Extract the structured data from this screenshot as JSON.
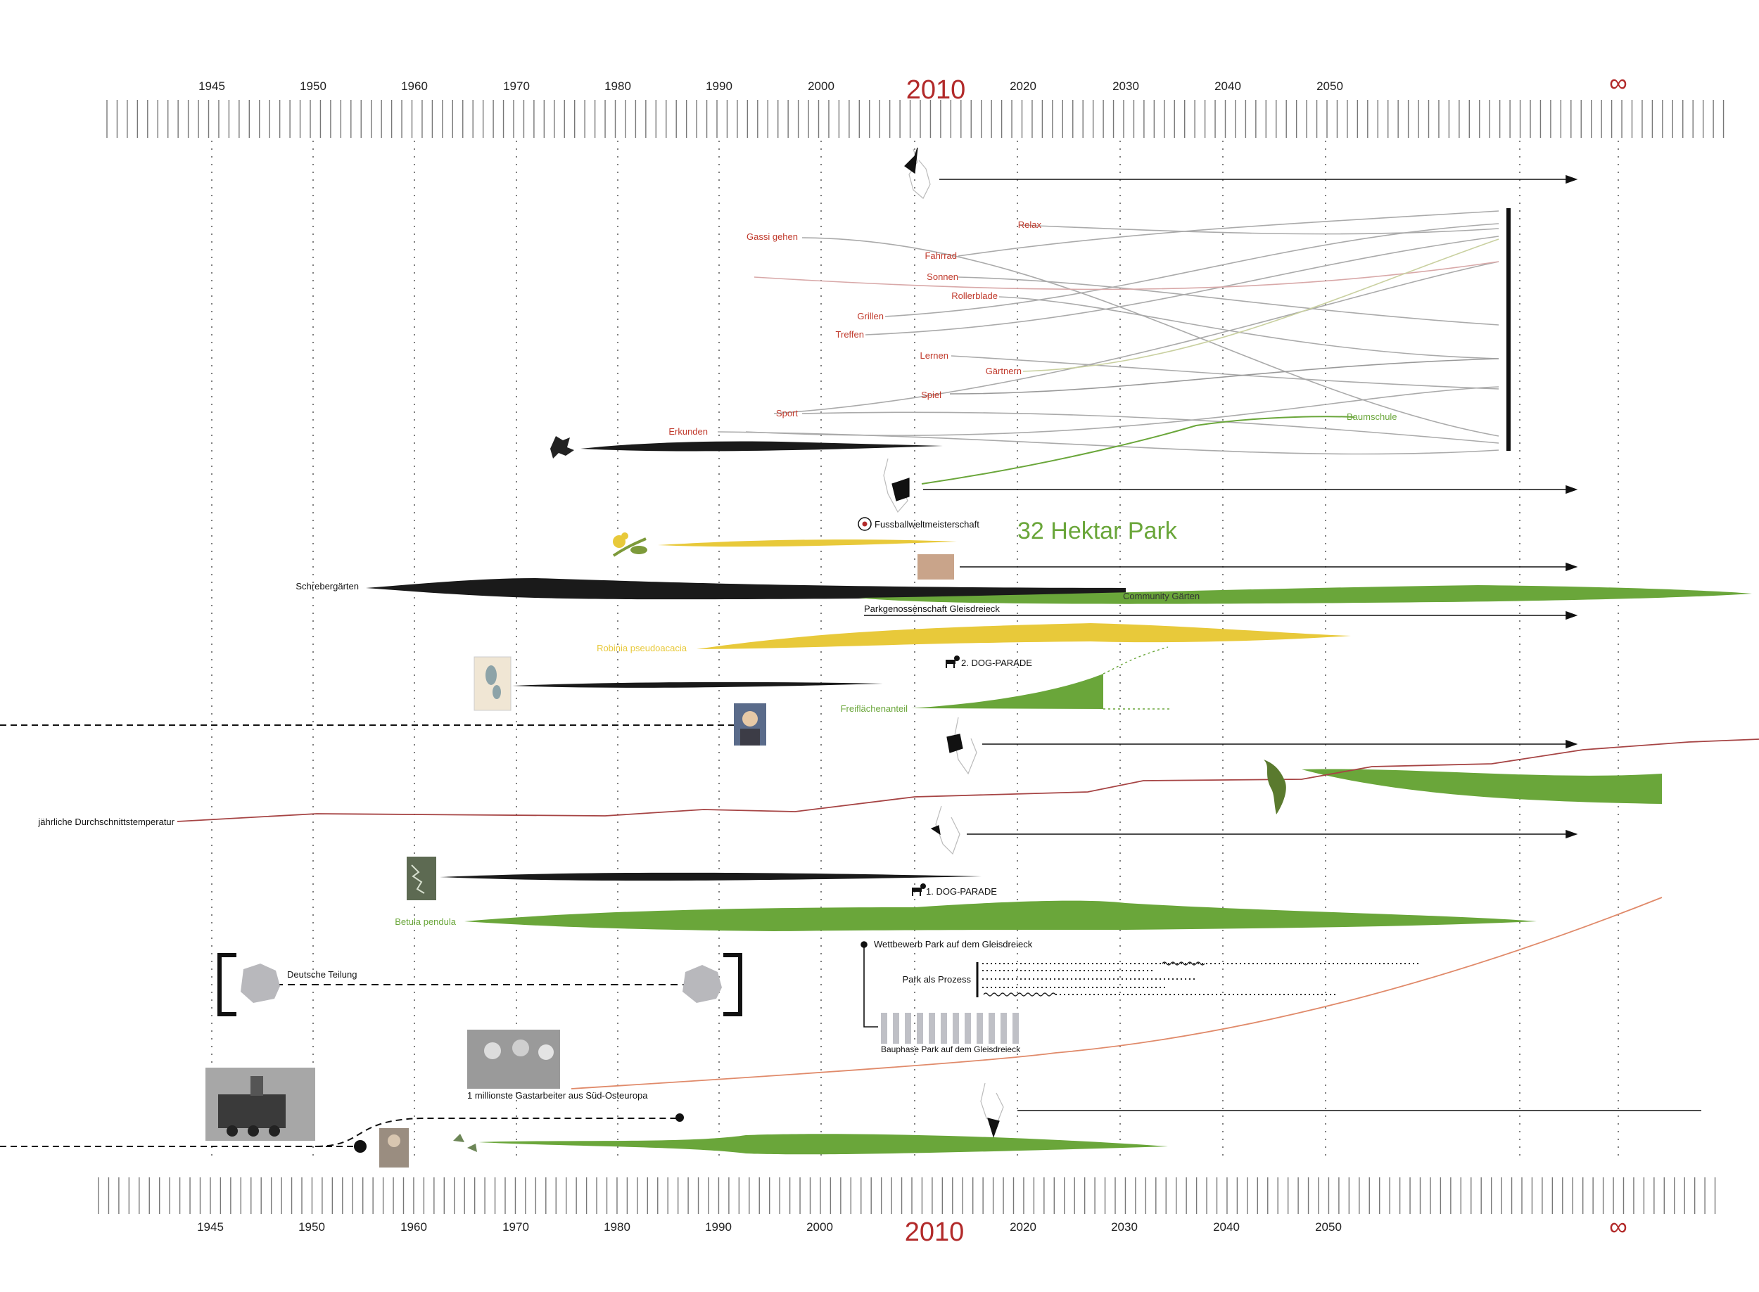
{
  "timeline": {
    "years": [
      "1945",
      "1950",
      "1960",
      "1970",
      "1980",
      "1990",
      "2000",
      "2020",
      "2030",
      "2040",
      "2050"
    ],
    "highlight_year": "2010",
    "infinity": "∞"
  },
  "activities": {
    "relax": "Relax",
    "gassi": "Gassi gehen",
    "fahrrad": "Fahrrad",
    "sonnen": "Sonnen",
    "rollerblade": "Rollerblade",
    "grillen": "Grillen",
    "treffen": "Treffen",
    "lernen": "Lernen",
    "gaertnern": "Gärtnern",
    "spiel": "Spiel",
    "sport": "Sport",
    "erkunden": "Erkunden",
    "baumschule": "Baumschule"
  },
  "labels": {
    "fussball": "Fussballweltmeisterschaft",
    "park_title": "32 Hektar Park",
    "schreber": "Schrebergärten",
    "community": "Community Gärten",
    "parkgenossenschaft": "Parkgenossenschaft Gleisdreieck",
    "robinia": "Robinia pseudoacacia",
    "dogparade2": "2. DOG-PARADE",
    "freiflaechen": "Freiflächenanteil",
    "temperatur": "jährliche Durchschnittstemperatur",
    "dogparade1": "1. DOG-PARADE",
    "betula": "Betula pendula",
    "wettbewerb": "Wettbewerb Park auf dem Gleisdreieck",
    "teilung": "Deutsche Teilung",
    "prozess": "Park als Prozess",
    "bauphase": "Bauphase Park auf dem Gleisdreieck",
    "gastarbeiter": "1 millionste Gastarbeiter aus Süd-Osteuropa"
  },
  "colors": {
    "accent_red": "#b22a2a",
    "activity_red": "#c0392b",
    "green": "#6aa63a",
    "yellow": "#e8c93a",
    "black": "#1a1a1a",
    "temp_line": "#a64444",
    "orange_line": "#e08a6a"
  },
  "icons": [
    "figure-icon",
    "flower-icon",
    "dog-icon",
    "football-icon",
    "leaf-icon",
    "tree-icon",
    "berlin-map-icon",
    "portrait-icon",
    "train-photo-icon",
    "group-photo-icon"
  ]
}
